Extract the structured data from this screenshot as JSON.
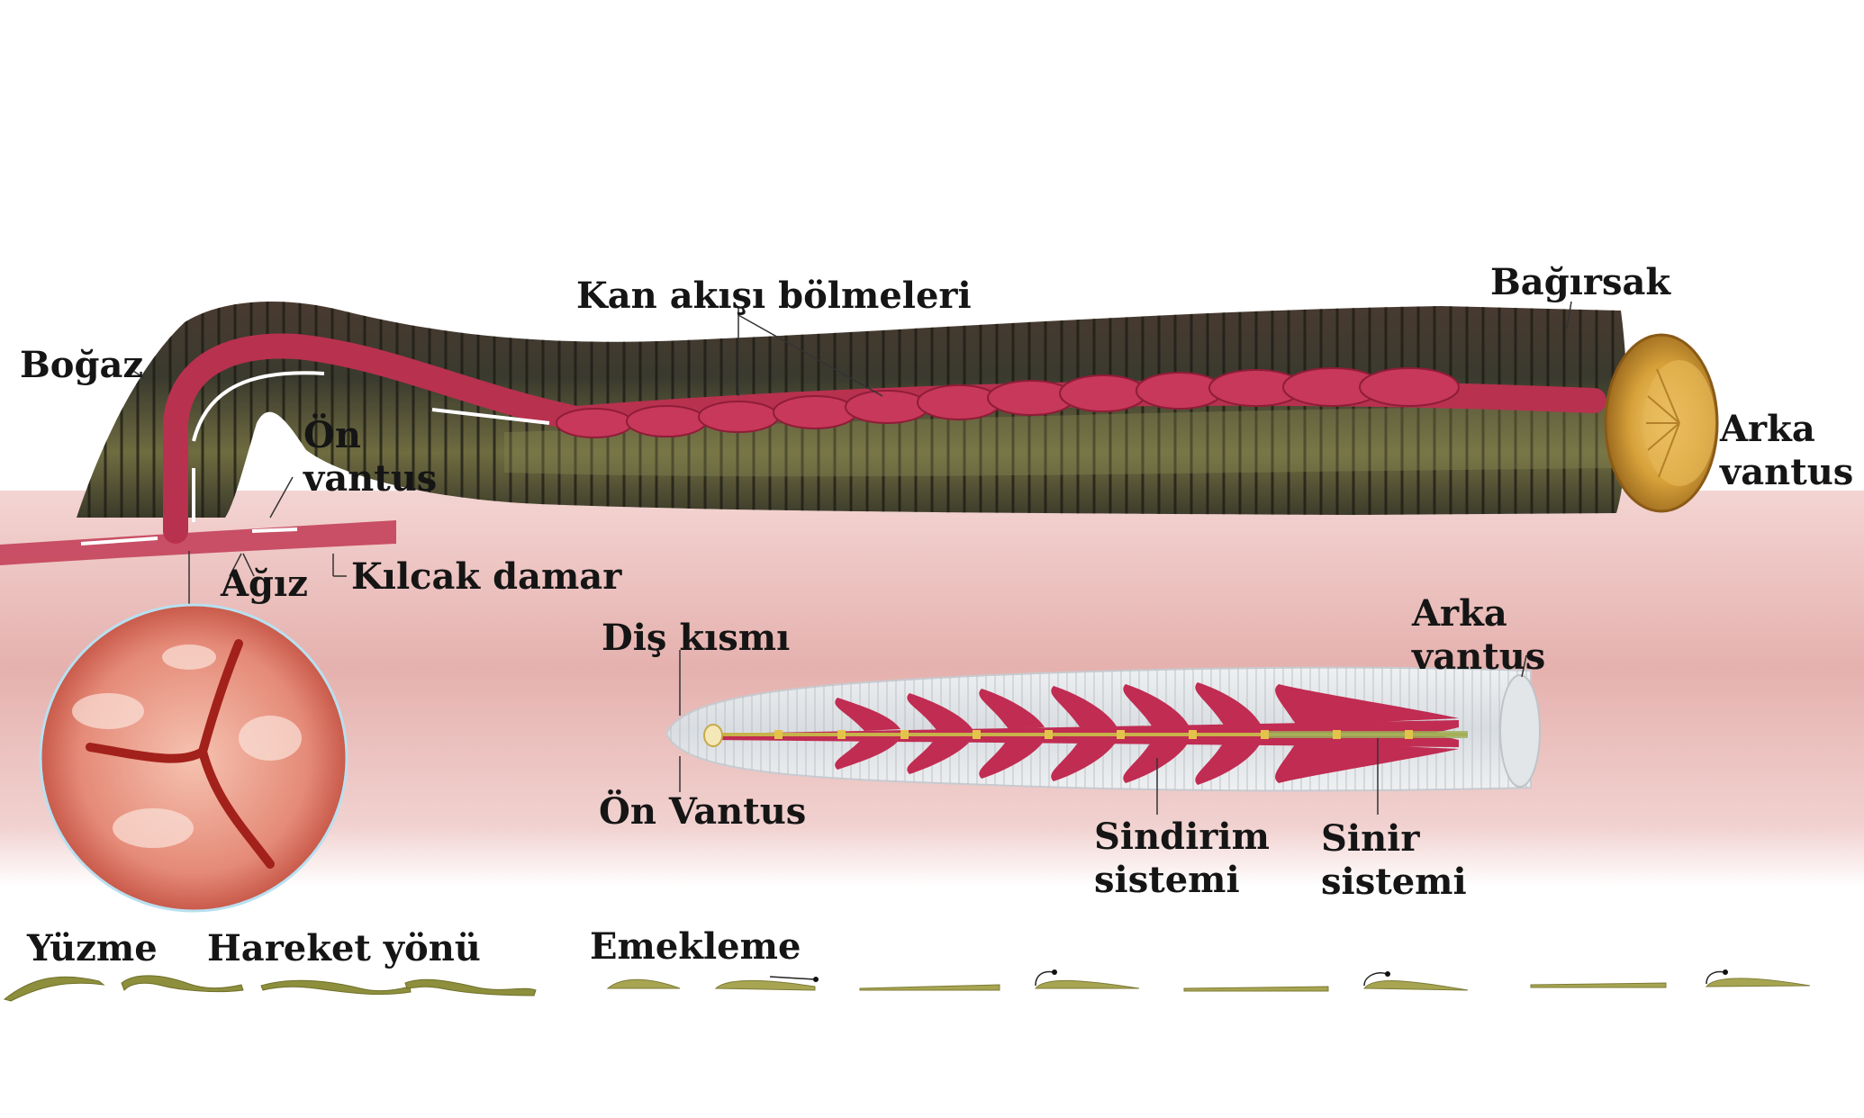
{
  "labels": {
    "bogaz": "Boğaz",
    "kan_akisi": "Kan akışı bölmeleri",
    "bagirsak": "Bağırsak",
    "on_vantus_top_1": "Ön",
    "on_vantus_top_2": "vantus",
    "arka_vantus_top_1": "Arka",
    "arka_vantus_top_2": "vantus",
    "agiz": "Ağız",
    "kilcak_damar": "Kılcak damar",
    "dis_kismi": "Diş kısmı",
    "arka_vantus_bottom_1": "Arka",
    "arka_vantus_bottom_2": "vantus",
    "on_vantus_bottom": "Ön Vantus",
    "sindirim_1": "Sindirim",
    "sindirim_2": "sistemi",
    "sinir_1": "Sinir",
    "sinir_2": "sistemi",
    "yuzme": "Yüzme",
    "hareket_yonu": "Hareket yönü",
    "emekleme": "Emekleme"
  },
  "colors": {
    "background": "#ffffff",
    "skin": "#e9b9b6",
    "vessel": "#b8314f",
    "body_dark": "#3e3a2c",
    "body_olive": "#6b6a3e",
    "sucker": "#d9a43c",
    "gut": "#c02c52",
    "nerve": "#c8b24a",
    "motion": "#8e8f3c"
  }
}
